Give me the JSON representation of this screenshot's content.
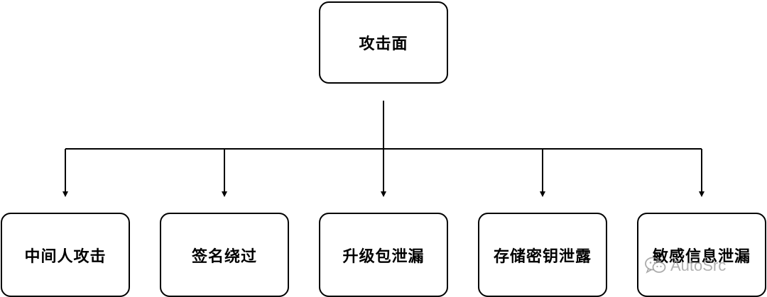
{
  "diagram": {
    "root": {
      "label": "攻击面"
    },
    "children": [
      {
        "label": "中间人攻击"
      },
      {
        "label": "签名绕过"
      },
      {
        "label": "升级包泄漏"
      },
      {
        "label": "存储密钥泄露"
      },
      {
        "label": "敏感信息泄漏"
      }
    ]
  },
  "watermark": {
    "text": "AutoSrc",
    "icon": "wechat-icon"
  },
  "colors": {
    "stroke": "#000000",
    "background": "#ffffff",
    "watermark": "#969696"
  }
}
